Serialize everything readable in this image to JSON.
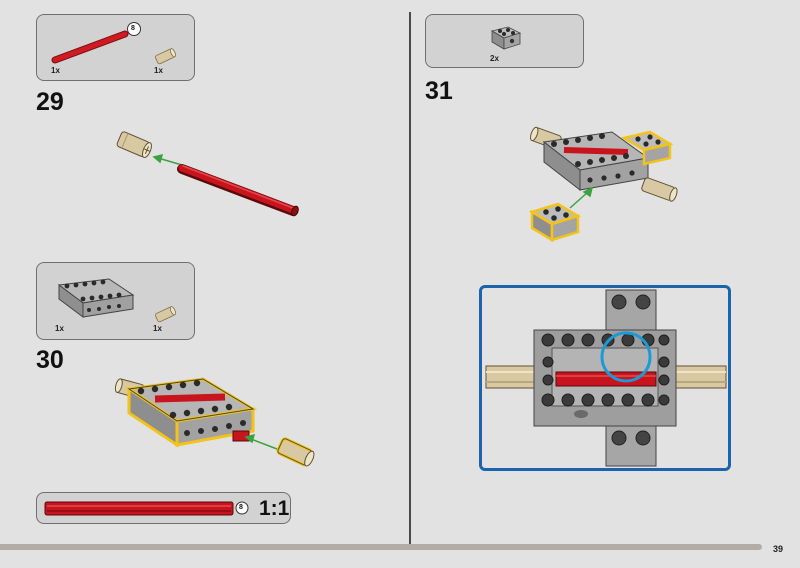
{
  "steps": [
    {
      "number": "29",
      "parts": [
        {
          "qty": "1x",
          "name": "red-axle-8"
        },
        {
          "qty": "1x",
          "name": "tan-axle-pin"
        }
      ],
      "axle_length_label": "8"
    },
    {
      "number": "30",
      "parts": [
        {
          "qty": "1x",
          "name": "gray-technic-brick-4x6-open"
        },
        {
          "qty": "1x",
          "name": "tan-axle-pin"
        }
      ]
    },
    {
      "number": "31",
      "parts": [
        {
          "qty": "2x",
          "name": "light-gray-brick-2x2-with-axle-hole"
        }
      ]
    }
  ],
  "scale_callout": {
    "axle_length_label": "8",
    "scale": "1:1"
  },
  "page": {
    "number": "39"
  },
  "colors": {
    "background": "#e3e2e2",
    "callout_fill": "#d3d2d2",
    "axle_red": "#c8141c",
    "tan": "#d9c9a3",
    "gray_brick": "#a4a4a4",
    "highlight_yellow": "#f2c318",
    "arrow_green": "#3aa33f",
    "detail_blue": "#1b64ad"
  }
}
